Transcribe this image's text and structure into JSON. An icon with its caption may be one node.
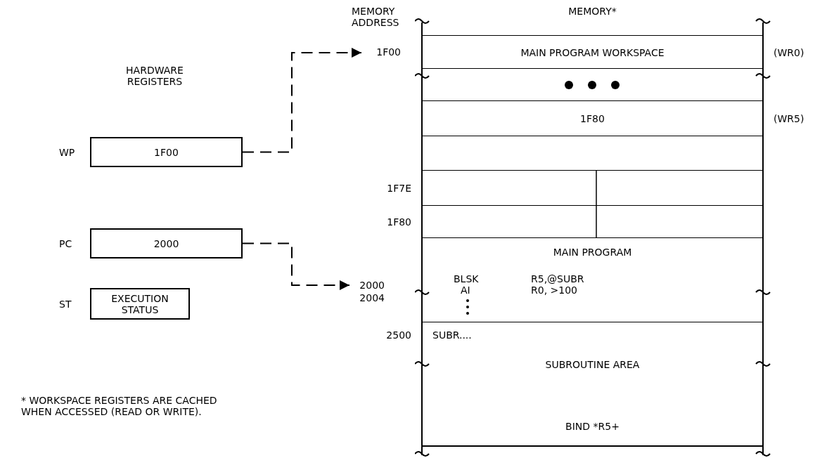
{
  "diagram": {
    "nodes": [
      {
        "text": [
          "1F00"
        ],
        "beside": [
          "WP"
        ]
      },
      {
        "text": [
          "2000"
        ],
        "beside": [
          "PC"
        ]
      },
      {
        "text": [
          "EXECUTION STATUS"
        ],
        "beside": [
          "ST"
        ]
      },
      {
        "text": [
          "1F00"
        ]
      },
      {
        "text": [
          "2000"
        ]
      },
      {
        "text": [
          "MEMORY*"
        ]
      },
      {
        "text": [
          "MAIN PROGRAM WORKSPACE"
        ],
        "beside": [
          "(WR0)"
        ],
        "in": 5
      },
      {
        "text": [],
        "shape": "box",
        "in": 5
      },
      {
        "text": [
          "1F80"
        ],
        "beside": [
          "(WR5)"
        ],
        "in": 5
      },
      {
        "text": [],
        "shape": "box",
        "in": 5
      },
      {
        "text": [],
        "shape": "box",
        "beside": [
          "1F7E"
        ],
        "in": 5
      },
      {
        "text": [],
        "shape": "box",
        "beside": [
          "1F80"
        ],
        "in": 5
      },
      {
        "text": [
          "MAIN PROGRAM",
          "BLSK",
          "R5,@SUBR",
          "AI",
          "R0, >100"
        ],
        "in": 5
      },
      {
        "text": [
          "SUBR....",
          "SUBROUTINE AREA",
          "BIND *R5+"
        ],
        "beside": [
          "2500"
        ],
        "in": 5
      }
    ],
    "edges": [
      {
        "from": 0,
        "to": 3,
        "arrow": "to",
        "style": "dashed"
      },
      {
        "from": 1,
        "to": 4,
        "arrow": "to",
        "style": "dashed"
      }
    ],
    "labels": [
      "MEMORY ADDRESS",
      "HARDWARE REGISTERS",
      "2004",
      "* WORKSPACE REGISTERS ARE CACHED WHEN ACCESSED (READ OR WRITE)."
    ]
  }
}
